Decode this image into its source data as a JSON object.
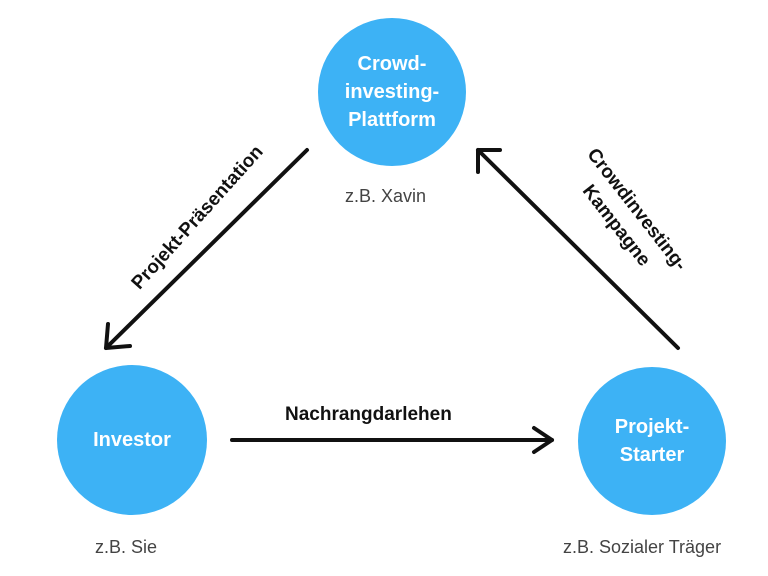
{
  "nodes": {
    "platform": {
      "label": "Crowd-\ninvesting-\nPlattform",
      "caption": "z.B. Xavin"
    },
    "investor": {
      "label": "Investor",
      "caption": "z.B. Sie"
    },
    "starter": {
      "label": "Projekt-\nStarter",
      "caption": "z.B. Sozialer Träger"
    }
  },
  "edges": {
    "platform_to_investor": "Projekt-Präsentation",
    "investor_to_starter": "Nachrangdarlehen",
    "starter_to_platform": "Crowdinvesting-\nKampagne"
  },
  "colors": {
    "node_fill": "#3db2f5",
    "node_text": "#ffffff",
    "arrow": "#111111"
  }
}
